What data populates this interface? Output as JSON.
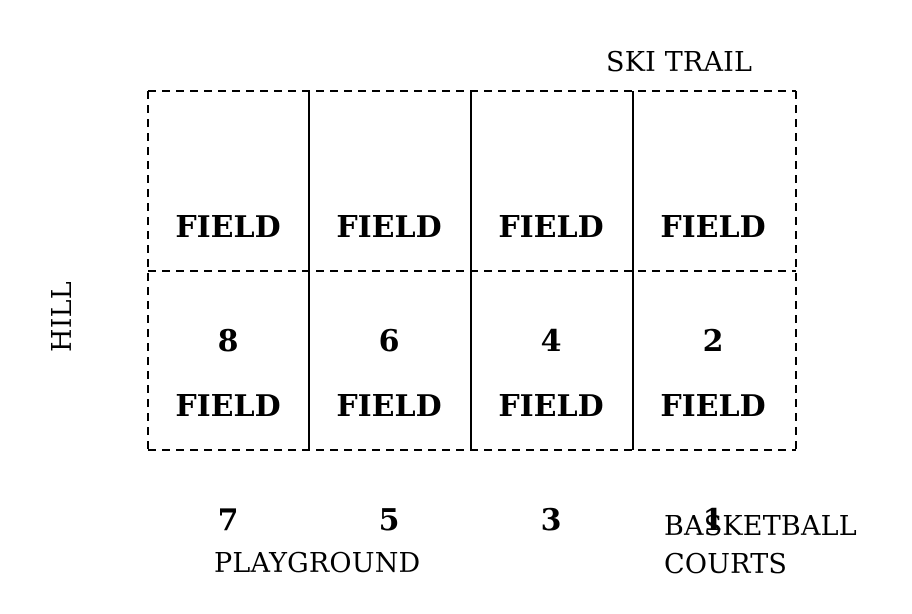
{
  "landmarks": {
    "ski_trail": "SKI TRAIL",
    "hill": "HILL",
    "playground": "PLAYGROUND",
    "basketball_courts_line1": "BASKETBALL",
    "basketball_courts_line2": "COURTS"
  },
  "fields": [
    {
      "label": "FIELD",
      "number": "8"
    },
    {
      "label": "FIELD",
      "number": "6"
    },
    {
      "label": "FIELD",
      "number": "4"
    },
    {
      "label": "FIELD",
      "number": "2"
    },
    {
      "label": "FIELD",
      "number": "7"
    },
    {
      "label": "FIELD",
      "number": "5"
    },
    {
      "label": "FIELD",
      "number": "3"
    },
    {
      "label": "FIELD",
      "number": "1"
    }
  ]
}
